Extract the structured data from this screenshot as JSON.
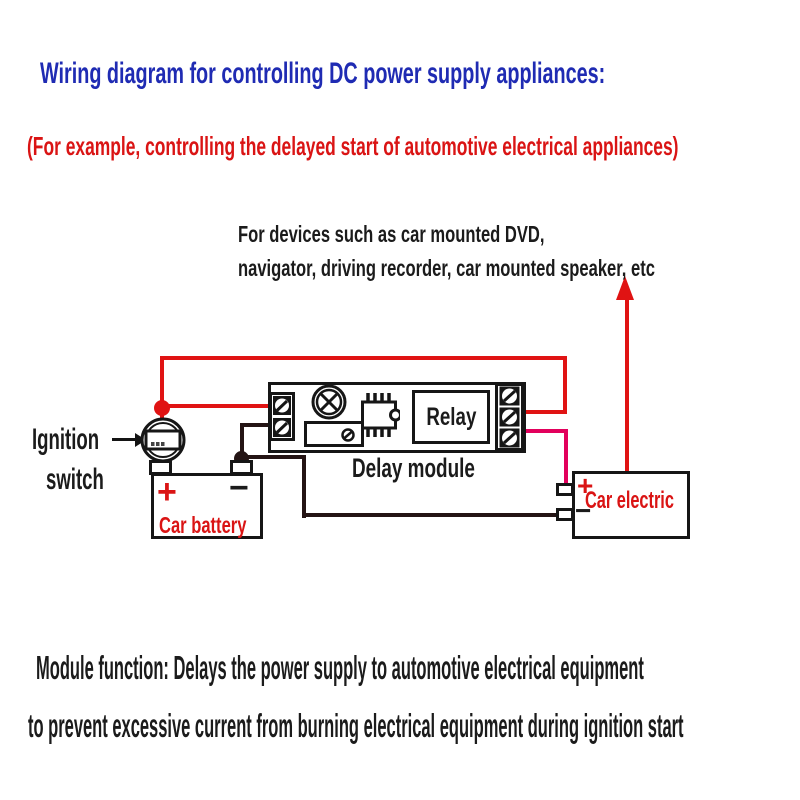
{
  "header": {
    "title": "Wiring diagram for controlling DC power supply appliances:",
    "subtitle": "(For example, controlling the delayed start of automotive electrical appliances)"
  },
  "device_note": {
    "line1": "For devices such as car mounted DVD,",
    "line2": "navigator, driving recorder, car mounted speaker, etc"
  },
  "diagram": {
    "ignition_switch": {
      "label_line1": "Ignition",
      "label_line2": "switch"
    },
    "delay_module": {
      "label": "Delay module",
      "relay_label": "Relay"
    },
    "car_battery": {
      "label": "Car battery",
      "plus": "+",
      "minus": "−"
    },
    "car_electric": {
      "label": "Car electric",
      "plus": "+",
      "minus": "−"
    }
  },
  "module_function": {
    "line1": "Module function: Delays the power supply to automotive electrical equipment",
    "line2": "to prevent excessive current from burning electrical equipment during ignition start"
  },
  "colors": {
    "title_blue": "#1f2bb3",
    "text_red": "#da1414",
    "text_black": "#1b1b1b",
    "wire_red": "#e01313",
    "wire_pink": "#e2005c",
    "wire_black": "#241414"
  }
}
